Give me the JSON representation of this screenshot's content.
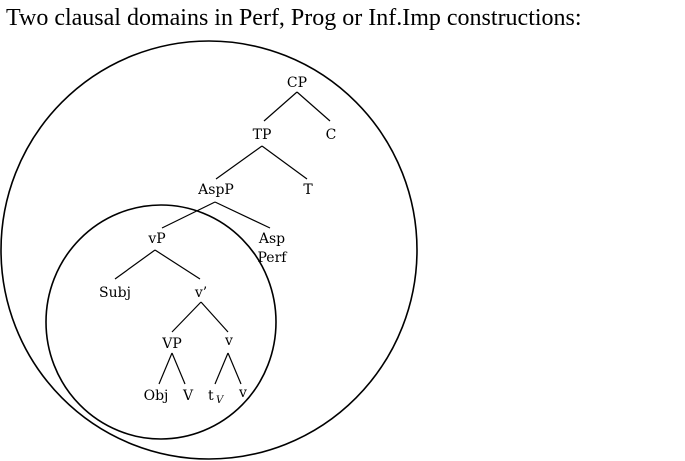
{
  "title": "Two clausal domains in Perf, Prog or Inf.Imp constructions:",
  "tree": {
    "cp": "CP",
    "tp": "TP",
    "c": "C",
    "aspp": "AspP",
    "t": "T",
    "vp_little": "vP",
    "asp": "Asp",
    "perf": "Perf",
    "subj": "Subj",
    "vbar": "v’",
    "vp_big": "VP",
    "v_little": "v",
    "obj": "Obj",
    "v_big": "V",
    "trace": "t",
    "trace_sub": "V",
    "v_little_leaf": "v"
  },
  "colors": {
    "ink": "#000000",
    "background": "#ffffff"
  }
}
